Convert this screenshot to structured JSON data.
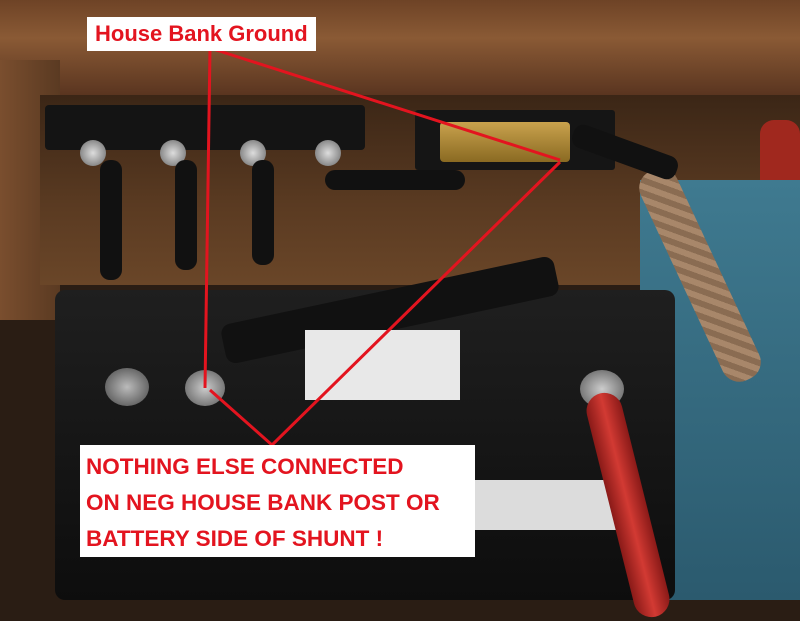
{
  "annotations": {
    "top_label": "House Bank Ground",
    "bottom_label_lines": [
      "NOTHING ELSE CONNECTED",
      "ON NEG HOUSE BANK POST OR",
      "BATTERY SIDE OF SHUNT !"
    ]
  },
  "colors": {
    "annotation_red": "#e3141f",
    "label_background": "#ffffff"
  }
}
